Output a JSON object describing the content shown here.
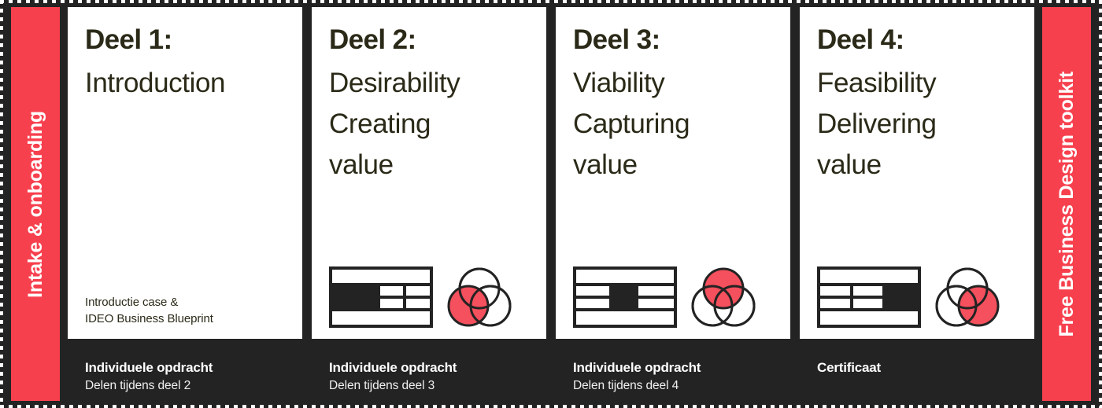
{
  "colors": {
    "background": "#232323",
    "panel": "#ffffff",
    "accent_red": "#f7404e",
    "heading_text": "#2b2a18",
    "caption_text": "#ffffff",
    "icon_stroke": "#232323",
    "icon_fill": "#232323"
  },
  "rails": {
    "left_label": "Intake & onboarding",
    "right_label": "Free Business Design toolkit"
  },
  "panels": [
    {
      "heading": "Deel 1:",
      "lines": [
        "Introduction"
      ],
      "note": [
        "Introductie case &",
        "IDEO Business Blueprint"
      ],
      "has_icons": false,
      "grid_filled_cell": null,
      "venn_filled_circle": null,
      "caption_title": "Individuele opdracht",
      "caption_sub": "Delen tijdens deel 2"
    },
    {
      "heading": "Deel 2:",
      "lines": [
        "Desirability",
        "Creating",
        "value"
      ],
      "note": [],
      "has_icons": true,
      "grid_filled_cell": "left",
      "venn_filled_circle": "bottom-left",
      "caption_title": "Individuele opdracht",
      "caption_sub": "Delen tijdens deel 3"
    },
    {
      "heading": "Deel 3:",
      "lines": [
        "Viability",
        "Capturing",
        "value"
      ],
      "note": [],
      "has_icons": true,
      "grid_filled_cell": "middle",
      "venn_filled_circle": "top",
      "caption_title": "Individuele opdracht",
      "caption_sub": "Delen tijdens deel 4"
    },
    {
      "heading": "Deel 4:",
      "lines": [
        "Feasibility",
        "Delivering",
        "value"
      ],
      "note": [],
      "has_icons": true,
      "grid_filled_cell": "right",
      "venn_filled_circle": "bottom-right",
      "caption_title": "Certificaat",
      "caption_sub": ""
    }
  ]
}
